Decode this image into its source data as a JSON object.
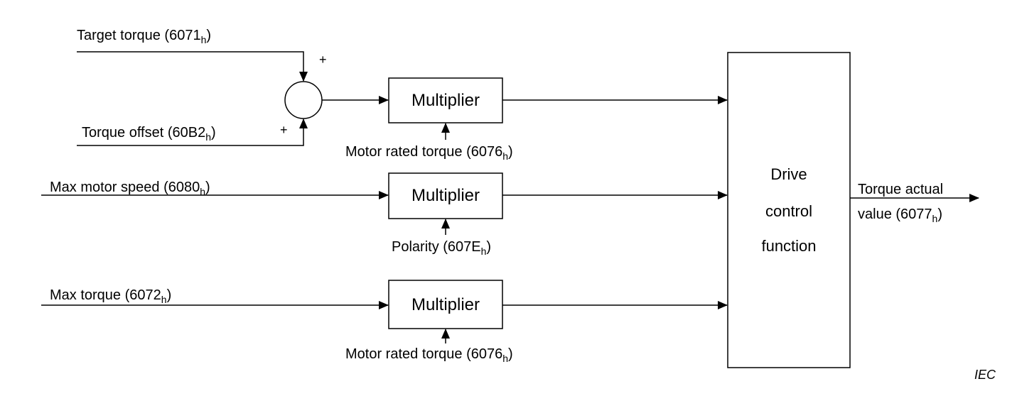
{
  "inputs": {
    "target_torque": {
      "text": "Target torque (6071",
      "sub": "h",
      "close": ")"
    },
    "torque_offset": {
      "text": "Torque offset (60B2",
      "sub": "h",
      "close": ")"
    },
    "max_motor_speed": {
      "text": "Max motor speed (6080",
      "sub": "h",
      "close": ")"
    },
    "max_torque": {
      "text": "Max torque (6072",
      "sub": "h",
      "close": ")"
    }
  },
  "signs": {
    "plus_top": "+",
    "plus_bottom": "+"
  },
  "multipliers": {
    "m1": {
      "label": "Multiplier",
      "factor": {
        "text": "Motor rated torque (6076",
        "sub": "h",
        "close": ")"
      }
    },
    "m2": {
      "label": "Multiplier",
      "factor": {
        "text": "Polarity (607E",
        "sub": "h",
        "close": ")"
      }
    },
    "m3": {
      "label": "Multiplier",
      "factor": {
        "text": "Motor rated torque (6076",
        "sub": "h",
        "close": ")"
      }
    }
  },
  "drive": {
    "line1": "Drive",
    "line2": "control",
    "line3": "function"
  },
  "output": {
    "line1": "Torque actual",
    "line2_text": "value (6077",
    "line2_sub": "h",
    "line2_close": ")"
  },
  "watermark": "IEC"
}
